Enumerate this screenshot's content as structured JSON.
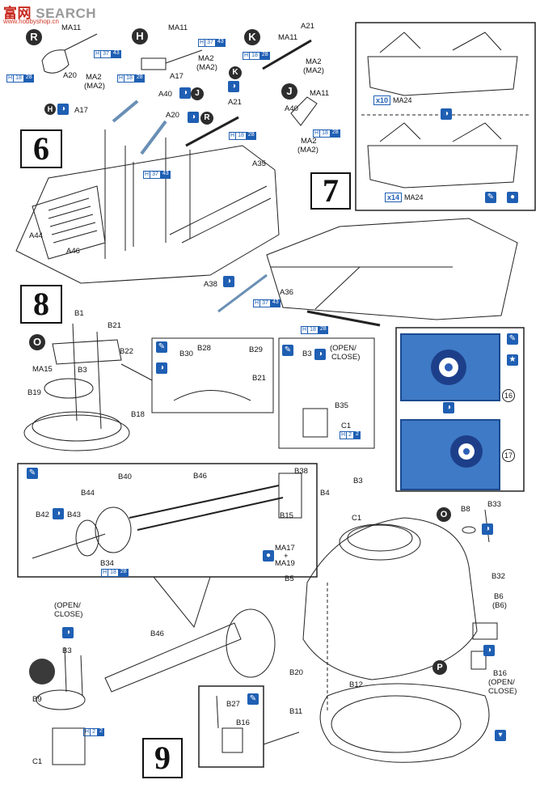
{
  "watermark": {
    "brand_cn": "富",
    "brand_cn2": "网",
    "brand_en": "SEARCH",
    "sub": "www.hobbyshop.cn"
  },
  "steps": {
    "s6": "6",
    "s7": "7",
    "s8": "8",
    "s9": "9"
  },
  "circle_markers": {
    "R": "R",
    "H": "H",
    "K": "K",
    "J": "J",
    "O": "O",
    "P": "P"
  },
  "photo_numbers": {
    "n16": "16",
    "n17": "17"
  },
  "multipliers": {
    "m10": "10",
    "m14": "14",
    "prefix": "x"
  },
  "tags": {
    "h": "H",
    "n37": "37",
    "c43": "43",
    "n18": "18",
    "c28": "28",
    "n2": "2",
    "c2": "2"
  },
  "labels": {
    "ma11": "MA11",
    "a20": "A20",
    "ma2": "MA2",
    "ma2p": "(MA2)",
    "a17": "A17",
    "a21": "A21",
    "a40": "A40",
    "a35": "A35",
    "a44": "A44",
    "a46": "A46",
    "ma24": "MA24",
    "a38": "A38",
    "a36": "A36",
    "b1": "B1",
    "b21": "B21",
    "b22": "B22",
    "ma15": "MA15",
    "b3": "B3",
    "b19": "B19",
    "b18": "B18",
    "b30": "B30",
    "b28": "B28",
    "b29": "B29",
    "open_close": "(OPEN/",
    "close": "CLOSE)",
    "b35": "B35",
    "c1": "C1",
    "b38": "B38",
    "b46": "B46",
    "b40": "B40",
    "b44": "B44",
    "b42": "B42",
    "b43": "B43",
    "b15": "B15",
    "b34": "B34",
    "b4": "B4",
    "b8": "B8",
    "b33": "B33",
    "b32": "B32",
    "ma17": "MA17",
    "plus": "+",
    "ma19": "MA19",
    "b5": "B5",
    "b6": "B6",
    "b6p": "(B6)",
    "b20": "B20",
    "b12": "B12",
    "b16": "B16",
    "b11": "B11",
    "b9": "B9",
    "b27": "B27",
    "open": "(OPEN/",
    "closep": "CLOSE)"
  },
  "colors": {
    "accent_blue": "#1f5fb3",
    "photo_blue": "#3f7ac6",
    "marker_dark": "#2d2d2d"
  }
}
